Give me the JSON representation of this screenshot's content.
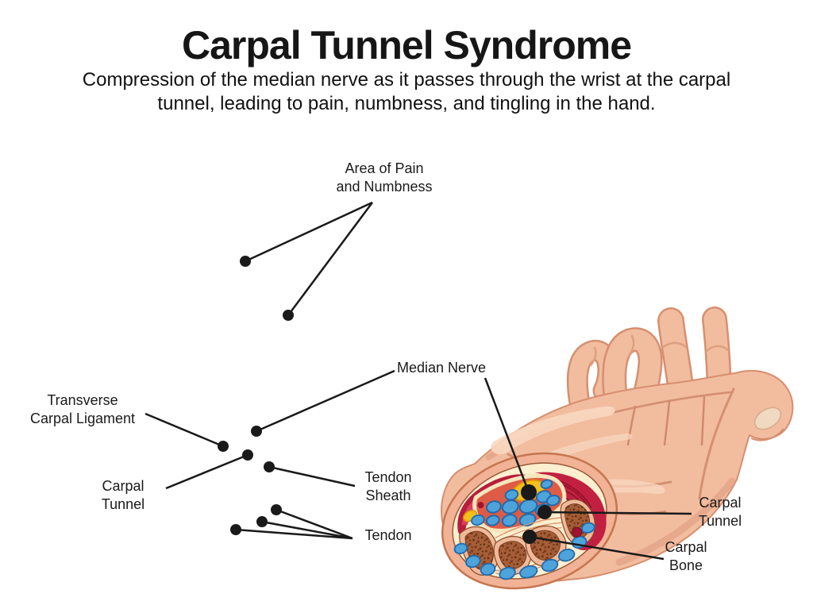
{
  "title": "Carpal Tunnel Syndrome",
  "subtitle": "Compression of the median nerve as it passes through the wrist at the carpal\ntunnel, leading to pain, numbness, and tingling in the hand.",
  "labels": {
    "area_of_pain": "Area of Pain\nand Numbness",
    "median_nerve": "Median Nerve",
    "transverse_carpal_ligament": "Transverse\nCarpal Ligament",
    "carpal_tunnel_left": "Carpal\nTunnel",
    "tendon_sheath": "Tendon\nSheath",
    "tendon": "Tendon",
    "carpal_tunnel_right": "Carpal\nTunnel",
    "carpal_bone": "Carpal\nBone"
  },
  "colors": {
    "background": "#FFFFFF",
    "text": "#1A1A1A",
    "leader_line": "#1A1A1A",
    "skin": "#F2BC9F",
    "skin_shadow": "#E2A184",
    "skin_outline": "#D68F6F",
    "skin_highlight": "#F8D8C0",
    "muscle_red": "#C22040",
    "muscle_dark_red": "#9E1430",
    "tunnel_red": "#DE5B45",
    "tendon_blue": "#4FA3DB",
    "tendon_blue_outline": "#1E6BAE",
    "median_nerve_yellow": "#F4C01C",
    "bone_brown": "#A55E37",
    "bone_ring_pink": "#EFBA9A",
    "fat_cream": "#FBEFCF",
    "thumb_nail": "#EFD9C0"
  }
}
